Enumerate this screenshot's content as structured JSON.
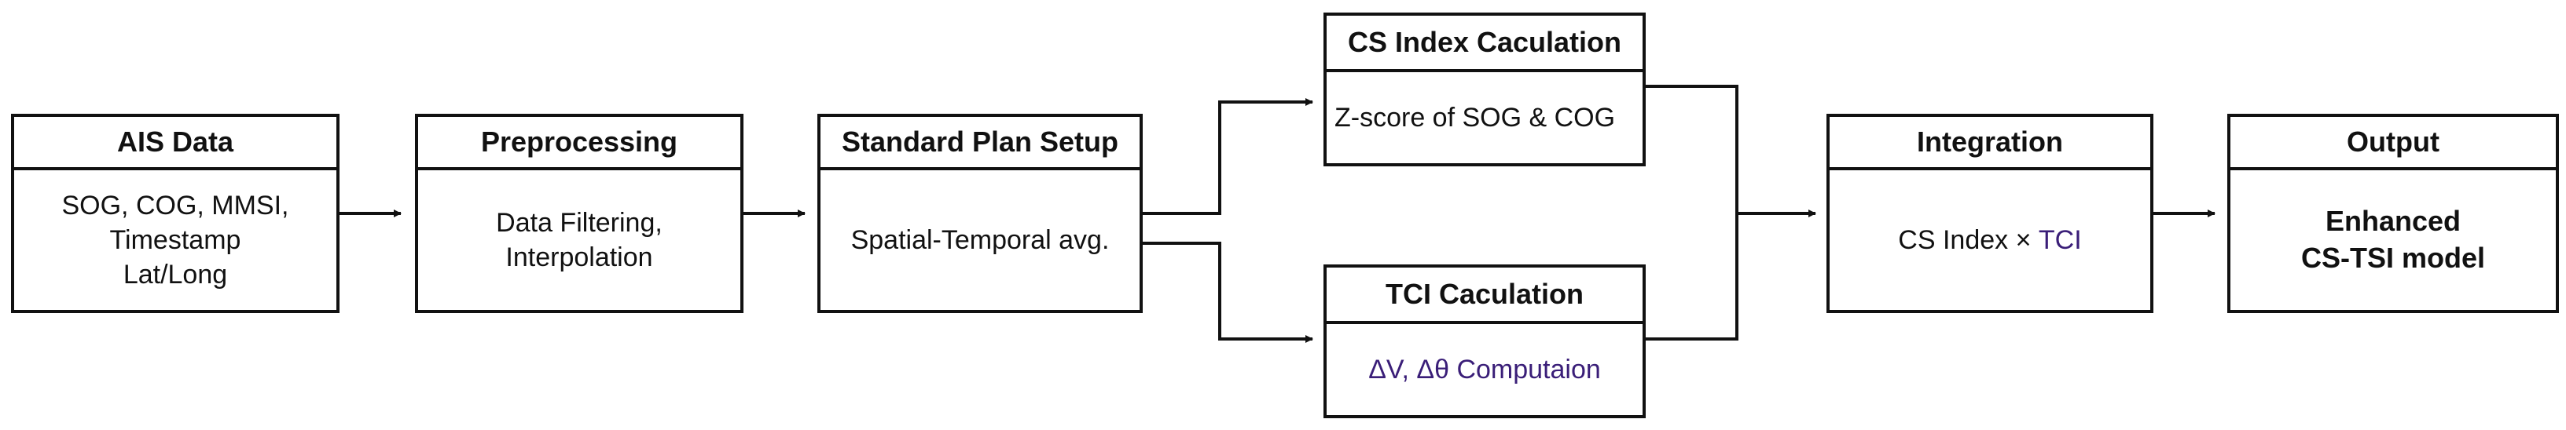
{
  "diagram": {
    "boxes": {
      "ais": {
        "title": "AIS Data",
        "body": "SOG, COG, MMSI,\nTimestamp\nLat/Long"
      },
      "preprocessing": {
        "title": "Preprocessing",
        "body": "Data Filtering,\nInterpolation"
      },
      "standard_plan": {
        "title": "Standard Plan Setup",
        "body": "Spatial-Temporal avg."
      },
      "cs_index": {
        "title": "CS Index Caculation",
        "body": "Z-score of SOG & COG"
      },
      "tci": {
        "title": "TCI Caculation",
        "body": "ΔV, Δθ Computaion"
      },
      "integration": {
        "title": "Integration",
        "body_prefix": "CS Index × ",
        "body_suffix": "TCI"
      },
      "output": {
        "title": "Output",
        "body": "Enhanced\nCS-TSI model"
      }
    },
    "colors": {
      "stroke": "#111111",
      "accent_text": "#3a1e78"
    }
  }
}
